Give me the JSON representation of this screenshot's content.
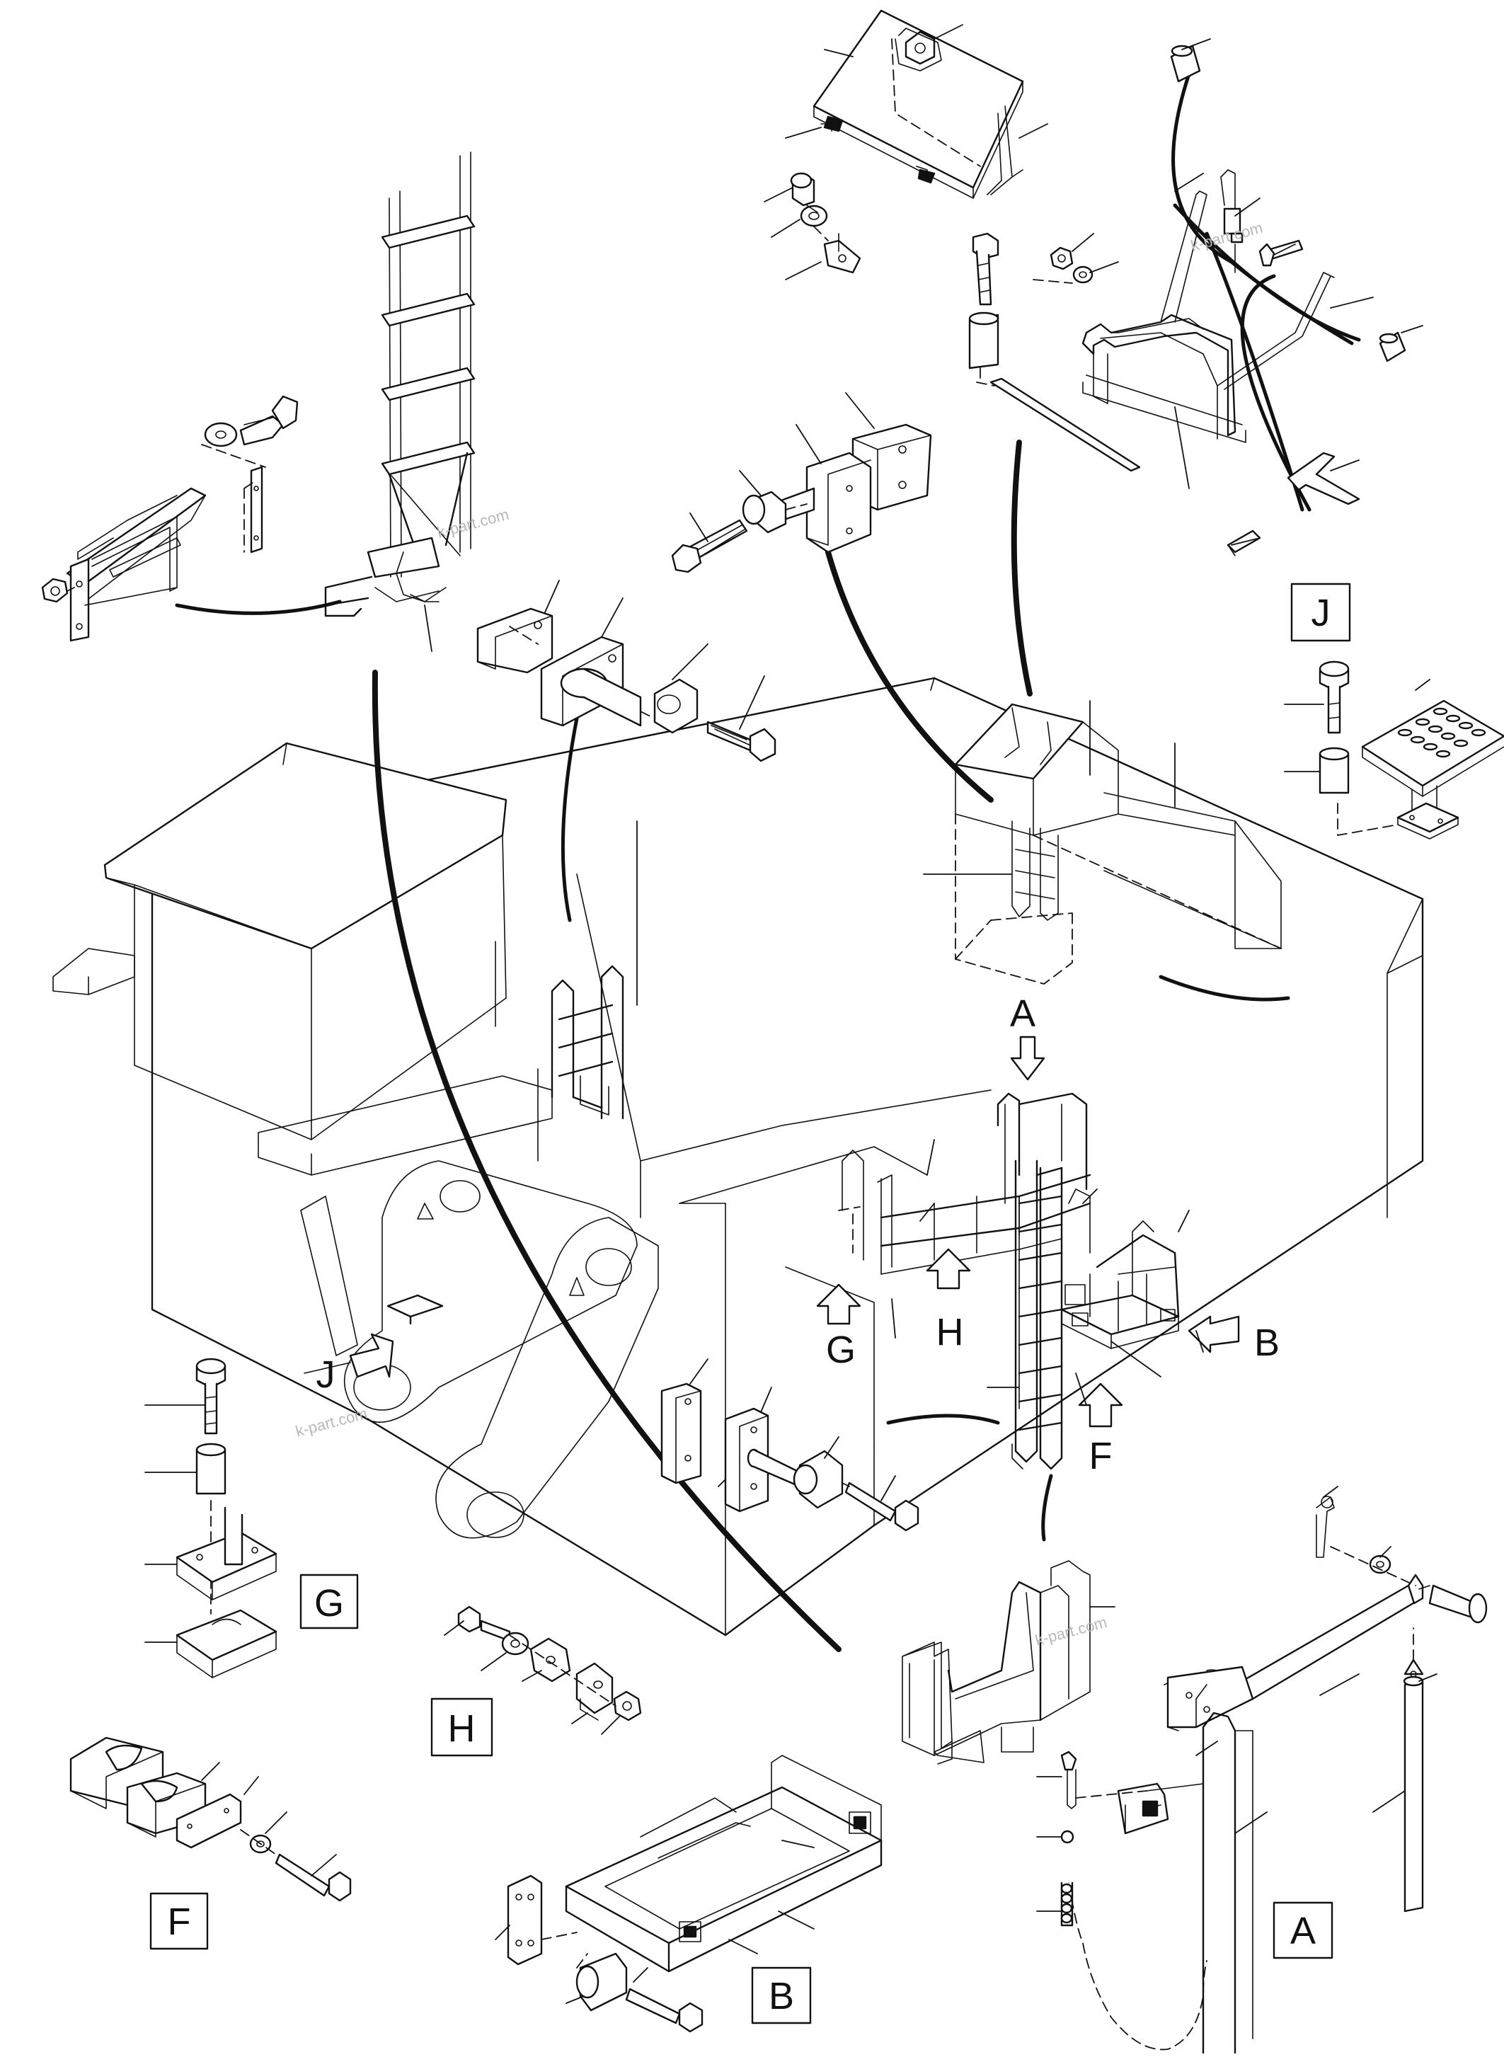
{
  "callouts": {
    "A": "A",
    "B": "B",
    "F": "F",
    "G": "G",
    "H": "H",
    "J": "J"
  },
  "detail_labels": {
    "A": "A",
    "B": "B",
    "F": "F",
    "G": "G",
    "H": "H",
    "J": "J"
  },
  "watermarks": [
    "k-part.com",
    "k-part.com",
    "k-part.com",
    "k-part.com"
  ]
}
